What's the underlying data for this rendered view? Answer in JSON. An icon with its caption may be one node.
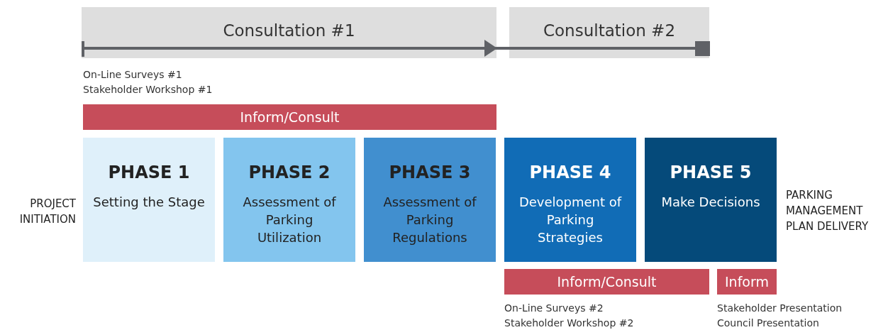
{
  "diagram": {
    "nodes": [
      {
        "text": [
          "Consultation #1"
        ]
      },
      {
        "text": [
          "Consultation #2"
        ]
      },
      {
        "text": [
          "Inform/Consult"
        ],
        "beside": [
          "On-Line Surveys #1",
          "Stakeholder Workshop #1"
        ]
      },
      {
        "text": [
          "PHASE 1",
          "Setting the Stage"
        ]
      },
      {
        "text": [
          "PHASE 2",
          "Assessment of Parking Utilization"
        ]
      },
      {
        "text": [
          "PHASE 3",
          "Assessment of Parking Regulations"
        ]
      },
      {
        "text": [
          "PHASE 4",
          "Development of Parking Strategies"
        ]
      },
      {
        "text": [
          "PHASE 5",
          "Make Decisions"
        ]
      },
      {
        "text": [
          "Inform/Consult"
        ],
        "beside": [
          "On-Line Surveys #2",
          "Stakeholder Workshop #2"
        ]
      },
      {
        "text": [
          "Inform"
        ],
        "beside": [
          "Stakeholder Presentation",
          "Council Presentation"
        ]
      }
    ],
    "edges": [],
    "labels": [
      "PROJECT INITIATION",
      "PARKING MANAGEMENT PLAN DELIVERY"
    ]
  }
}
